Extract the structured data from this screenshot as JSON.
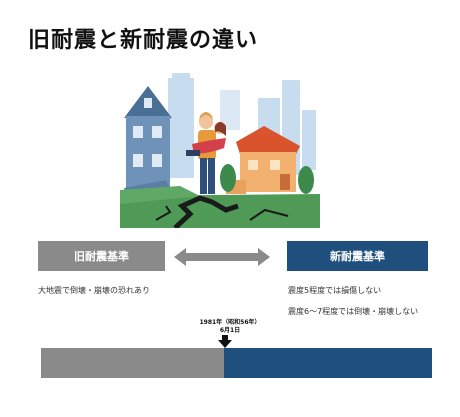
{
  "title": "旧耐震と新耐震の違い",
  "old_standard": {
    "label": "旧耐震基準",
    "description": "大地震で倒壊・崩壊の恐れあり",
    "color": "#8a8a8a"
  },
  "new_standard": {
    "label": "新耐震基準",
    "description_1": "震度5程度では損傷しない",
    "description_2": "震度6〜7程度では倒壊・崩壊しない",
    "color": "#1e4f7d"
  },
  "timeline": {
    "marker_line1": "1981年（昭和56年）",
    "marker_line2": "6月1日"
  },
  "icons": {
    "illustration": "earthquake-couple-houses-illustration",
    "comparison_arrow": "double-arrow-icon",
    "marker_arrow": "down-arrow-icon"
  }
}
